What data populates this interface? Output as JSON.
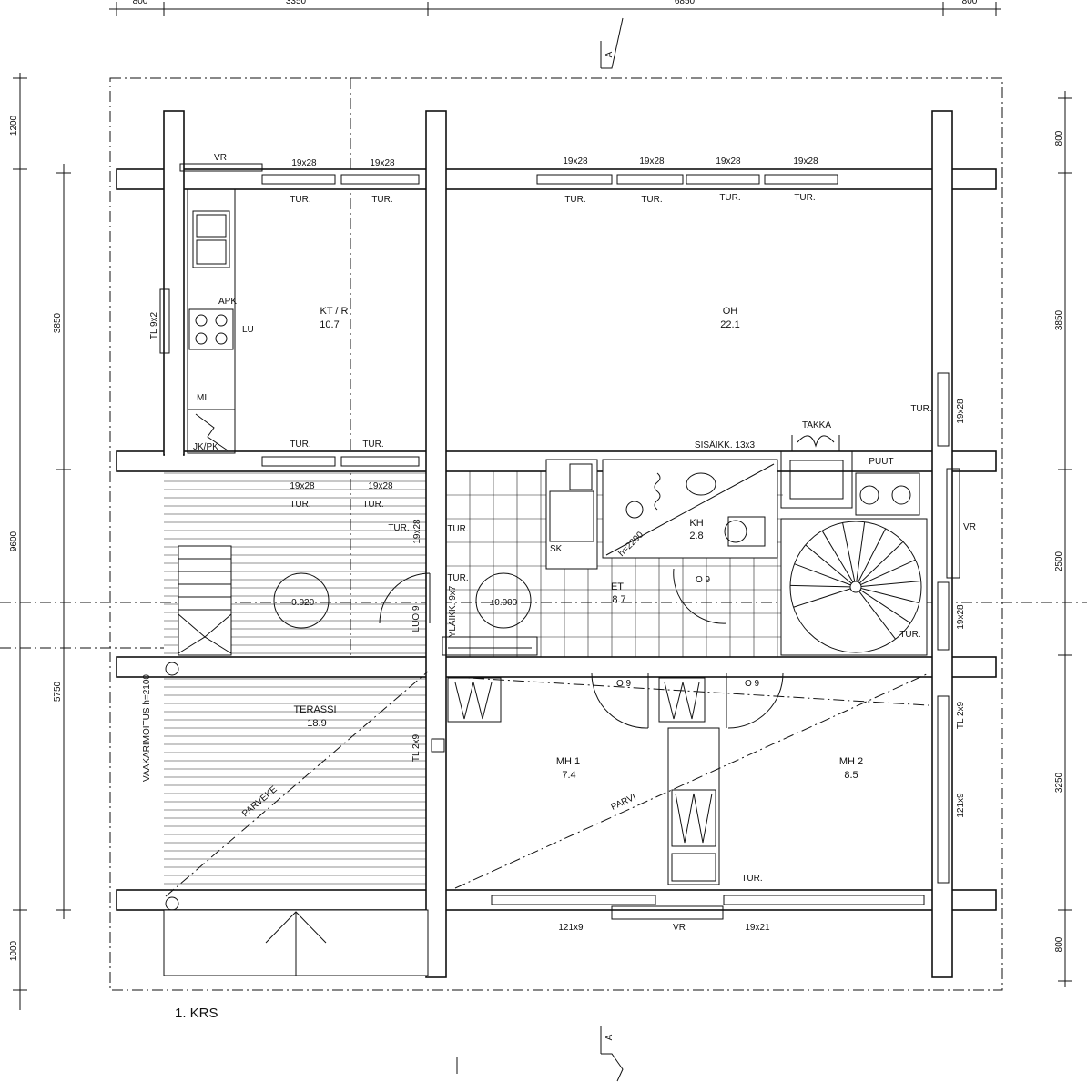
{
  "title": "1. KRS",
  "section_marker": "A",
  "dimensions": {
    "top": [
      "800",
      "3350",
      "6850",
      "800"
    ],
    "left_outer": [
      "1200",
      "9600",
      "1000"
    ],
    "left_inner": [
      "3850",
      "5750"
    ],
    "right": [
      "800",
      "3850",
      "2500",
      "3250",
      "800"
    ]
  },
  "rooms": [
    {
      "id": "kt",
      "name": "KT / R",
      "area": "10.7"
    },
    {
      "id": "oh",
      "name": "OH",
      "area": "22.1"
    },
    {
      "id": "kh",
      "name": "KH",
      "area": "2.8"
    },
    {
      "id": "et",
      "name": "ET",
      "area": "8.7"
    },
    {
      "id": "terassi",
      "name": "TERASSI",
      "area": "18.9"
    },
    {
      "id": "mh1",
      "name": "MH 1",
      "area": "7.4"
    },
    {
      "id": "mh2",
      "name": "MH 2",
      "area": "8.5"
    }
  ],
  "window_sizes": {
    "w1": "19x28",
    "w2": "19x28",
    "w3": "19x28",
    "w4": "19x28",
    "w5": "19x28",
    "w6": "19x28",
    "w7": "19x28",
    "w8": "19x28",
    "w9": "19x28",
    "w10": "19x28",
    "w11": "19x28",
    "w12": "121x9",
    "w13": "19x21",
    "w14": "121x9"
  },
  "labels": {
    "tur": "TUR.",
    "vr": "VR",
    "apk": "APK",
    "lu": "LU",
    "mi": "MI",
    "jkpk": "JK/PK",
    "tl92": "TL 9x2",
    "tl29a": "TL 2x9",
    "tl29b": "TL 2x9",
    "takka": "TAKKA",
    "puut": "PUUT",
    "sisaikk": "SISÄIKK. 13x3",
    "sk": "SK",
    "h2200": "h=2200",
    "luo9": "LUO 9",
    "ylaikk": "YLÄIKK. 9x7",
    "o9a": "O 9",
    "o9b": "O 9",
    "o9c": "O 9",
    "parveke": "PARVEKE",
    "parvi": "PARVI",
    "vaakarimoitus": "VAAKARIMOITUS h=2100",
    "level_terrace": "-0.020",
    "level_entry": "±0.000"
  }
}
